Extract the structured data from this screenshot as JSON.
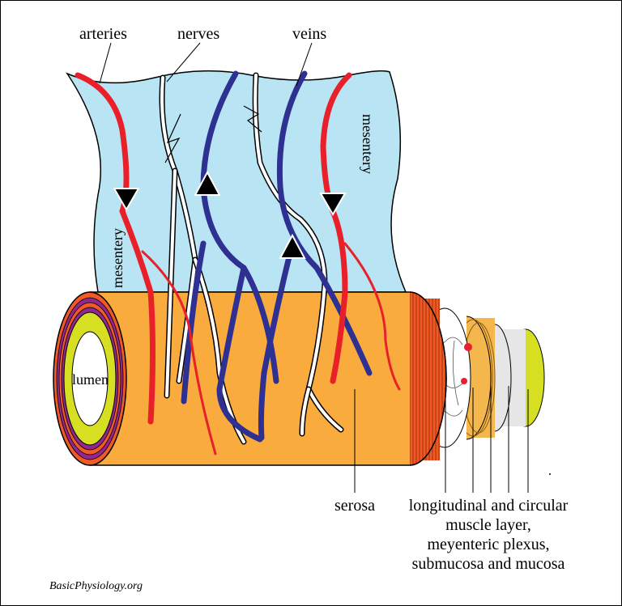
{
  "labels": {
    "arteries": "arteries",
    "nerves": "nerves",
    "veins": "veins",
    "mesentery_left": "mesentery",
    "mesentery_right": "mesentery",
    "lumen": "lumen",
    "serosa": "serosa",
    "layers": [
      "longitudinal and circular",
      "muscle layer,",
      "meyenteric plexus,",
      "submucosa and mucosa"
    ]
  },
  "credit": "BasicPhysiology.org",
  "colors": {
    "mesentery": "#b8e4f4",
    "serosa": "#f9ab3e",
    "artery": "#e8202a",
    "vein": "#2e3192",
    "nerve": "#ffffff",
    "muscle": "#f15a24",
    "mucosa": "#d7df23",
    "submucosa": "#e6e6e6",
    "lumen_ring_purple": "#92278f"
  }
}
